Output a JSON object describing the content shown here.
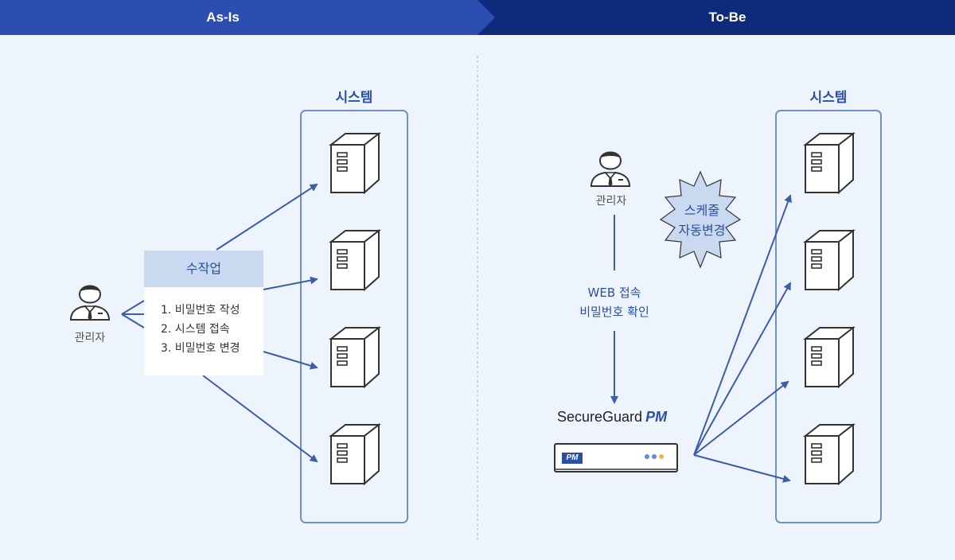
{
  "header": {
    "left_title": "As-Is",
    "right_title": "To-Be"
  },
  "as_is": {
    "admin_label": "관리자",
    "task_title": "수작업",
    "task_steps": [
      "1. 비밀번호 작성",
      "2. 시스템 접속",
      "3. 비밀번호 변경"
    ],
    "system_title": "시스템"
  },
  "to_be": {
    "admin_label": "관리자",
    "web_lines": [
      "WEB 접속",
      "비밀번호 확인"
    ],
    "burst_lines": [
      "스케줄",
      "자동변경"
    ],
    "product_name": "SecureGuard",
    "product_suffix": "PM",
    "device_badge": "PM",
    "system_title": "시스템"
  },
  "colors": {
    "accent": "#2a4fa5",
    "header_left": "#2b4eb0",
    "header_right": "#0e2a7a",
    "background": "#eef4fb",
    "task_head": "#c9daf0"
  }
}
